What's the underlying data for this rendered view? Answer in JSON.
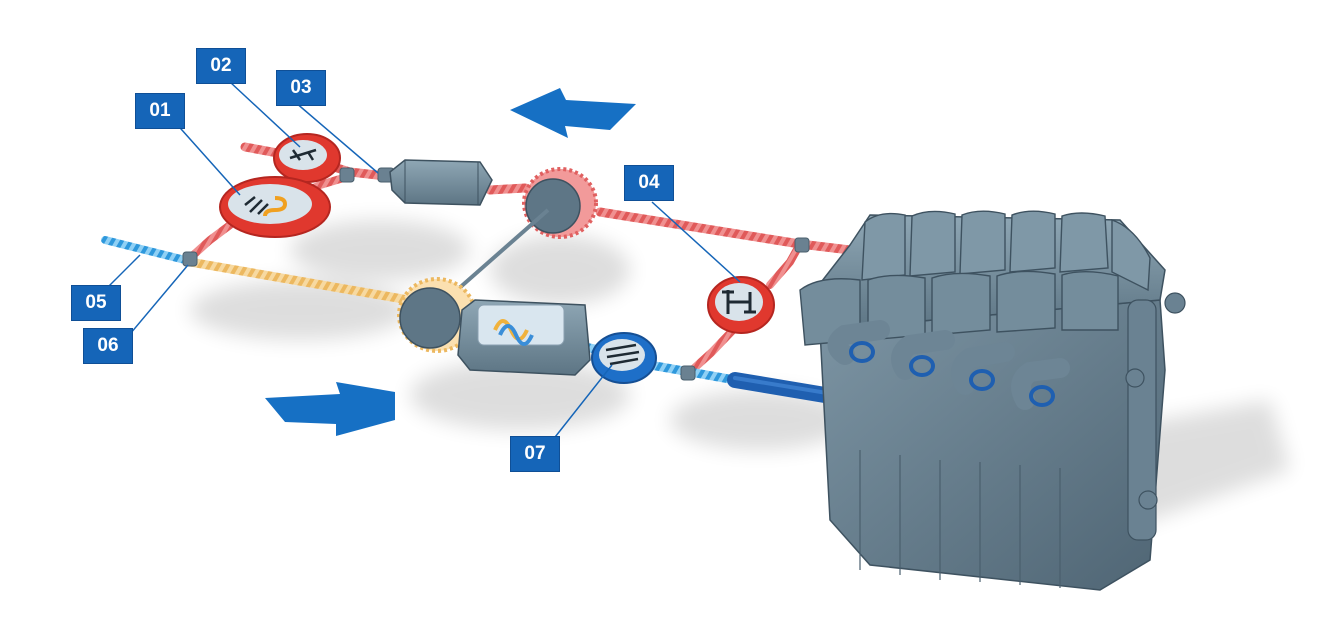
{
  "callouts": [
    {
      "id": "01",
      "label": "01"
    },
    {
      "id": "02",
      "label": "02"
    },
    {
      "id": "03",
      "label": "03"
    },
    {
      "id": "04",
      "label": "04"
    },
    {
      "id": "05",
      "label": "05"
    },
    {
      "id": "06",
      "label": "06"
    },
    {
      "id": "07",
      "label": "07"
    }
  ],
  "colors": {
    "callout": "#1565b8",
    "hot_pipe": "#e86060",
    "cool_pipe": "#3aa0e0",
    "warm_pipe": "#f0c070",
    "hot_component": "#e0382e",
    "cool_component": "#1e6fc8",
    "housing": "#6f8796",
    "flow_arrow": "#1670c4"
  },
  "icons": {
    "component_01": "heat-exchanger-coil-icon",
    "component_02": "control-valve-icon",
    "component_04": "pressure-valve-icon",
    "component_07": "intercooler-icon",
    "flow_top": "arrow-left-icon",
    "flow_bottom": "arrow-right-icon"
  }
}
